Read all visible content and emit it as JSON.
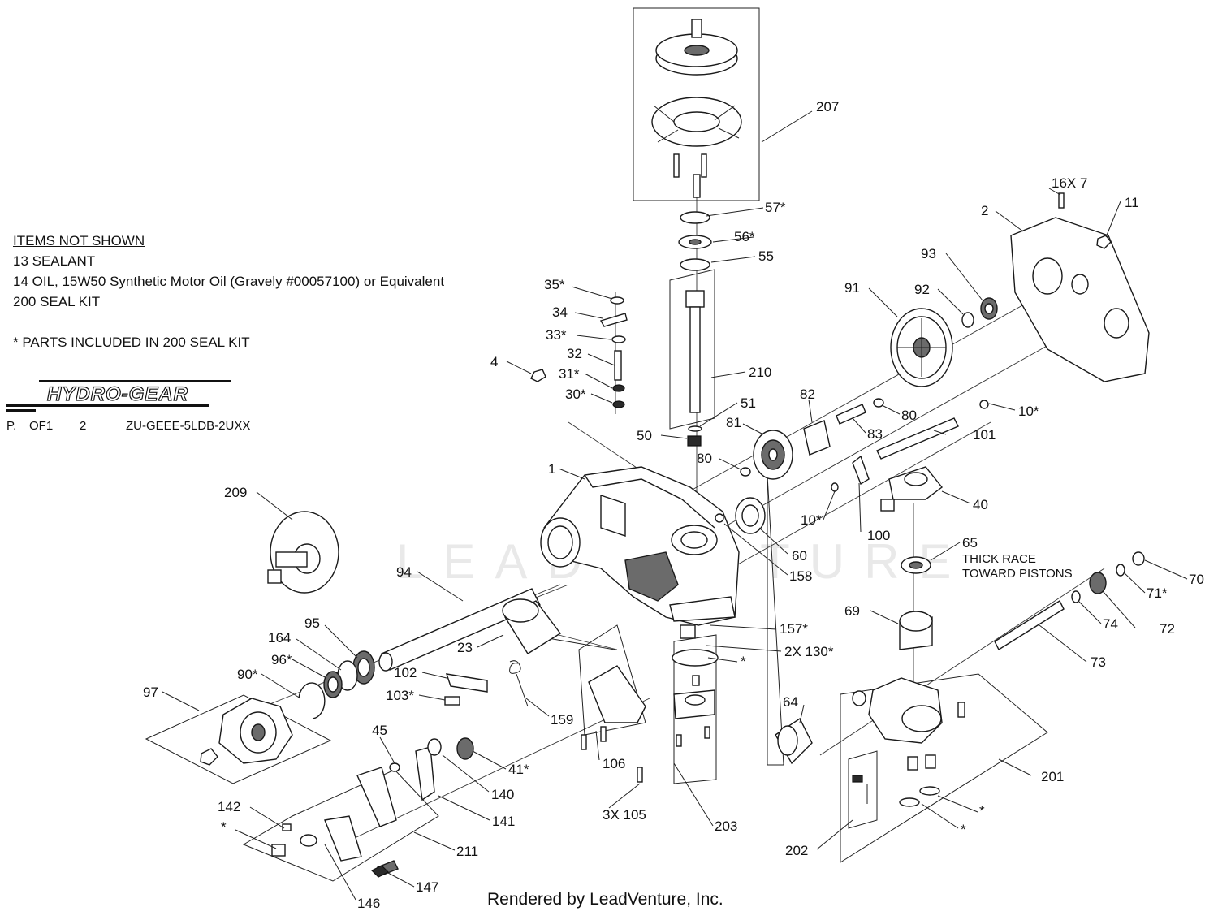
{
  "notes": {
    "header": "ITEMS NOT SHOWN",
    "lines": [
      "13 SEALANT",
      "14 OIL, 15W50 Synthetic Motor Oil (Gravely #00057100) or Equivalent",
      "200 SEAL KIT"
    ],
    "footnote": "* PARTS INCLUDED IN 200 SEAL KIT"
  },
  "brand": {
    "name": "HYDRO-GEAR",
    "page_prefix": "P.",
    "page_of": "OF1",
    "page_num": "2",
    "model": "ZU-GEEE-5LDB-2UXX"
  },
  "watermark": "LEADVENTURE",
  "footer": "Rendered by LeadVenture, Inc.",
  "callouts": {
    "c207": "207",
    "c57": "57*",
    "c56": "56*",
    "c55": "55",
    "c210": "210",
    "c51": "51",
    "c50": "50",
    "c35": "35*",
    "c34": "34",
    "c33": "33*",
    "c32": "32",
    "c31": "31*",
    "c30": "30*",
    "c4": "4",
    "c1": "1",
    "c209": "209",
    "c94": "94",
    "c95": "95",
    "c164": "164",
    "c96": "96*",
    "c90": "90*",
    "c97": "97",
    "c23": "23",
    "c102": "102",
    "c103": "103*",
    "c159": "159",
    "c45": "45",
    "c140": "140",
    "c41": "41*",
    "c141": "141",
    "c142": "142",
    "c211": "211",
    "cstar1": "*",
    "c146": "146",
    "c147": "147",
    "c106": "106",
    "c105": "3X 105",
    "c203": "203",
    "c157": "157*",
    "c130": "2X 130*",
    "cstar2": "*",
    "c64": "64",
    "c202": "202",
    "c201": "201",
    "cstar3": "*",
    "cstar4": "*",
    "c158": "158",
    "c60": "60",
    "c80a": "80",
    "c81": "81",
    "c82": "82",
    "c83": "83",
    "c80b": "80",
    "c91": "91",
    "c92": "92",
    "c93": "93",
    "c2": "2",
    "c16": "16X 7",
    "c11": "11",
    "c10a": "10*",
    "c10b": "10*",
    "c101": "101",
    "c100": "100",
    "c40": "40",
    "c65": "65",
    "thick_race_1": "THICK RACE",
    "thick_race_2": "TOWARD PISTONS",
    "c69": "69",
    "c73": "73",
    "c74": "74",
    "c72": "72",
    "c71": "71*",
    "c70": "70"
  }
}
